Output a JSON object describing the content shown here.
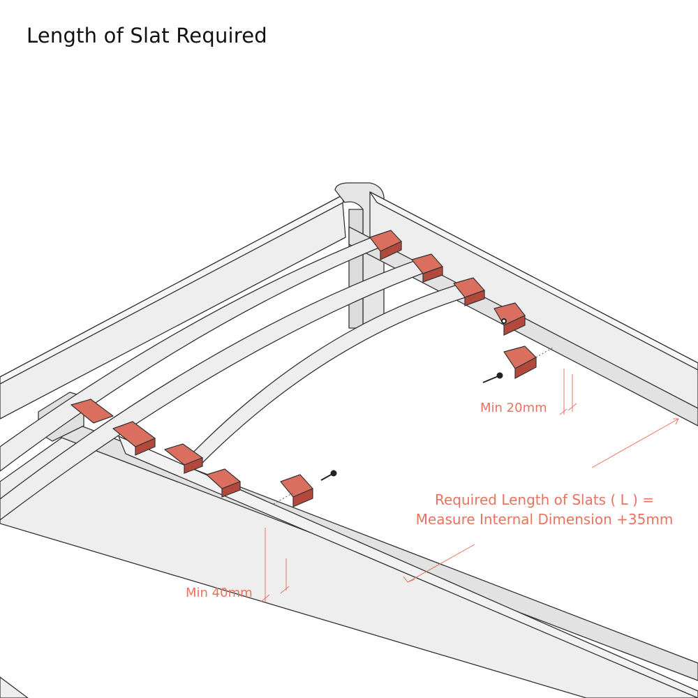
{
  "title": "Length of Slat Required",
  "annotations": {
    "min_side": "Min 20mm",
    "min_end": "Min 40mm",
    "formula_line1": "Required Length of Slats ( L ) =",
    "formula_line2": "Measure Internal Dimension +35mm"
  },
  "colors": {
    "frame_fill": "#eeeeee",
    "frame_edge": "#333333",
    "bracket_fill": "#db6f5f",
    "bracket_dark": "#b2493c",
    "annotation": "#e8735f"
  }
}
